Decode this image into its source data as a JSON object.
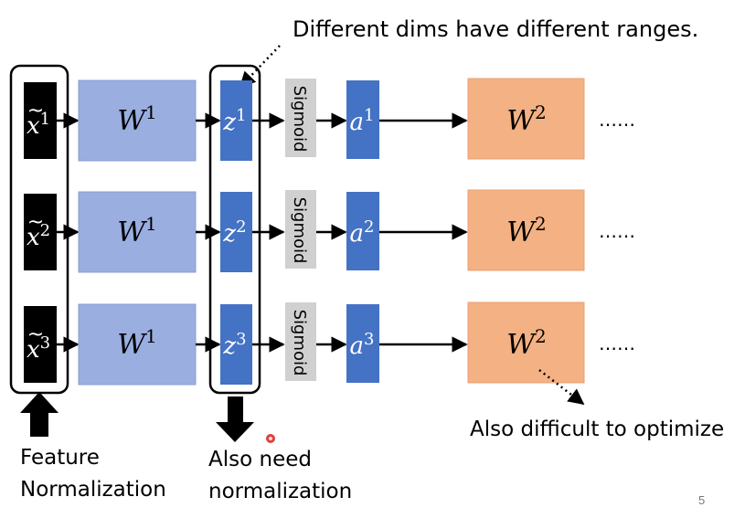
{
  "annotations": {
    "top": "Different dims have different ranges.",
    "bottom_right": "Also difficult to optimize"
  },
  "labels": {
    "feature_line1": "Feature",
    "feature_line2": "Normalization",
    "also_line1": "Also need",
    "also_line2": "normalization"
  },
  "slide_number": "5",
  "rows": [
    {
      "x": {
        "base": "x",
        "tilde": "~",
        "sup": "1"
      },
      "w1": {
        "base": "W",
        "sup": "1"
      },
      "z": {
        "base": "z",
        "sup": "1"
      },
      "sigmoid": "Sigmoid",
      "a": {
        "base": "a",
        "sup": "1"
      },
      "w2": {
        "base": "W",
        "sup": "2"
      },
      "dots": "……"
    },
    {
      "x": {
        "base": "x",
        "tilde": "~",
        "sup": "2"
      },
      "w1": {
        "base": "W",
        "sup": "1"
      },
      "z": {
        "base": "z",
        "sup": "2"
      },
      "sigmoid": "Sigmoid",
      "a": {
        "base": "a",
        "sup": "2"
      },
      "w2": {
        "base": "W",
        "sup": "2"
      },
      "dots": "……"
    },
    {
      "x": {
        "base": "x",
        "tilde": "~",
        "sup": "3"
      },
      "w1": {
        "base": "W",
        "sup": "1"
      },
      "z": {
        "base": "z",
        "sup": "3"
      },
      "sigmoid": "Sigmoid",
      "a": {
        "base": "a",
        "sup": "3"
      },
      "w2": {
        "base": "W",
        "sup": "2"
      },
      "dots": "……"
    }
  ],
  "colors": {
    "x_box": "#000000",
    "w1_fill": "#9aaee0",
    "w1_stroke": "#8b9fd3",
    "z_fill": "#4472c4",
    "a_fill": "#4472c4",
    "sigmoid_fill": "#d0d0d0",
    "w2_fill": "#f4b183",
    "w2_stroke": "#e8a070",
    "arrow": "#000000",
    "pointer_dot": "#d03030"
  }
}
